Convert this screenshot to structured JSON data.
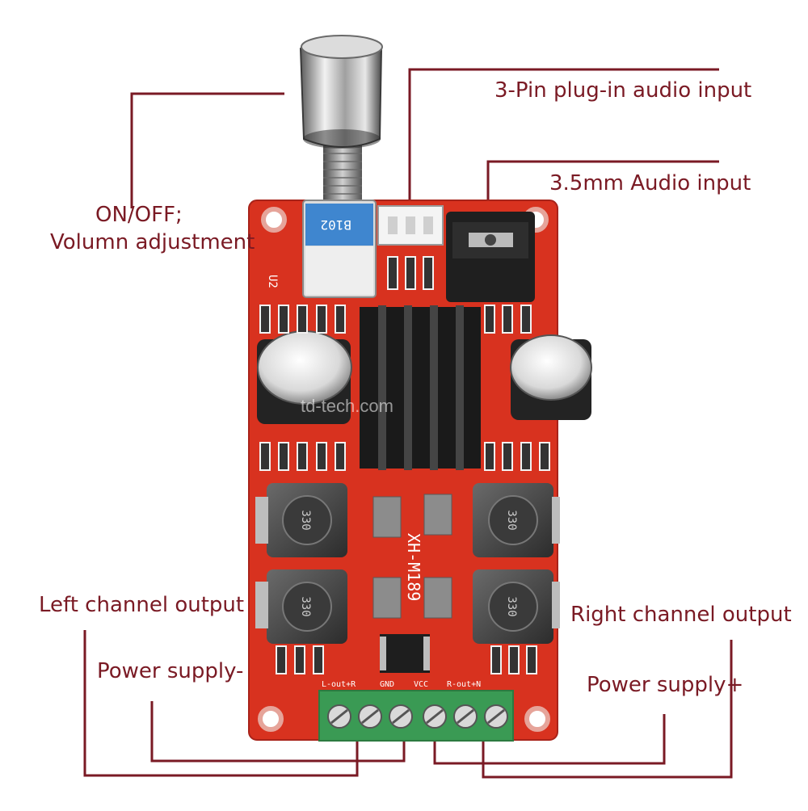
{
  "labels": {
    "three_pin": "3-Pin plug-in audio input",
    "audio_35": "3.5mm Audio input",
    "onoff_line1": "ON/OFF;",
    "onoff_line2": "Volumn adjustment",
    "left_channel": "Left channel output",
    "power_minus": "Power supply-",
    "right_channel": "Right channel output",
    "power_plus": "Power supply+"
  },
  "board": {
    "model": "XH-M189",
    "pot_code": "B102",
    "module_id": "U2",
    "inductor_value": "330",
    "terminal_labels": [
      "L-out+R",
      "GND",
      "VCC",
      "R-out+N"
    ],
    "watermark": "td-tech.com",
    "colors": {
      "pcb": "#d8321f",
      "leader_line": "#7a1a24",
      "label_text": "#7a1a24",
      "terminal": "#3a9a54",
      "heatsink": "#1a1a1a"
    }
  }
}
